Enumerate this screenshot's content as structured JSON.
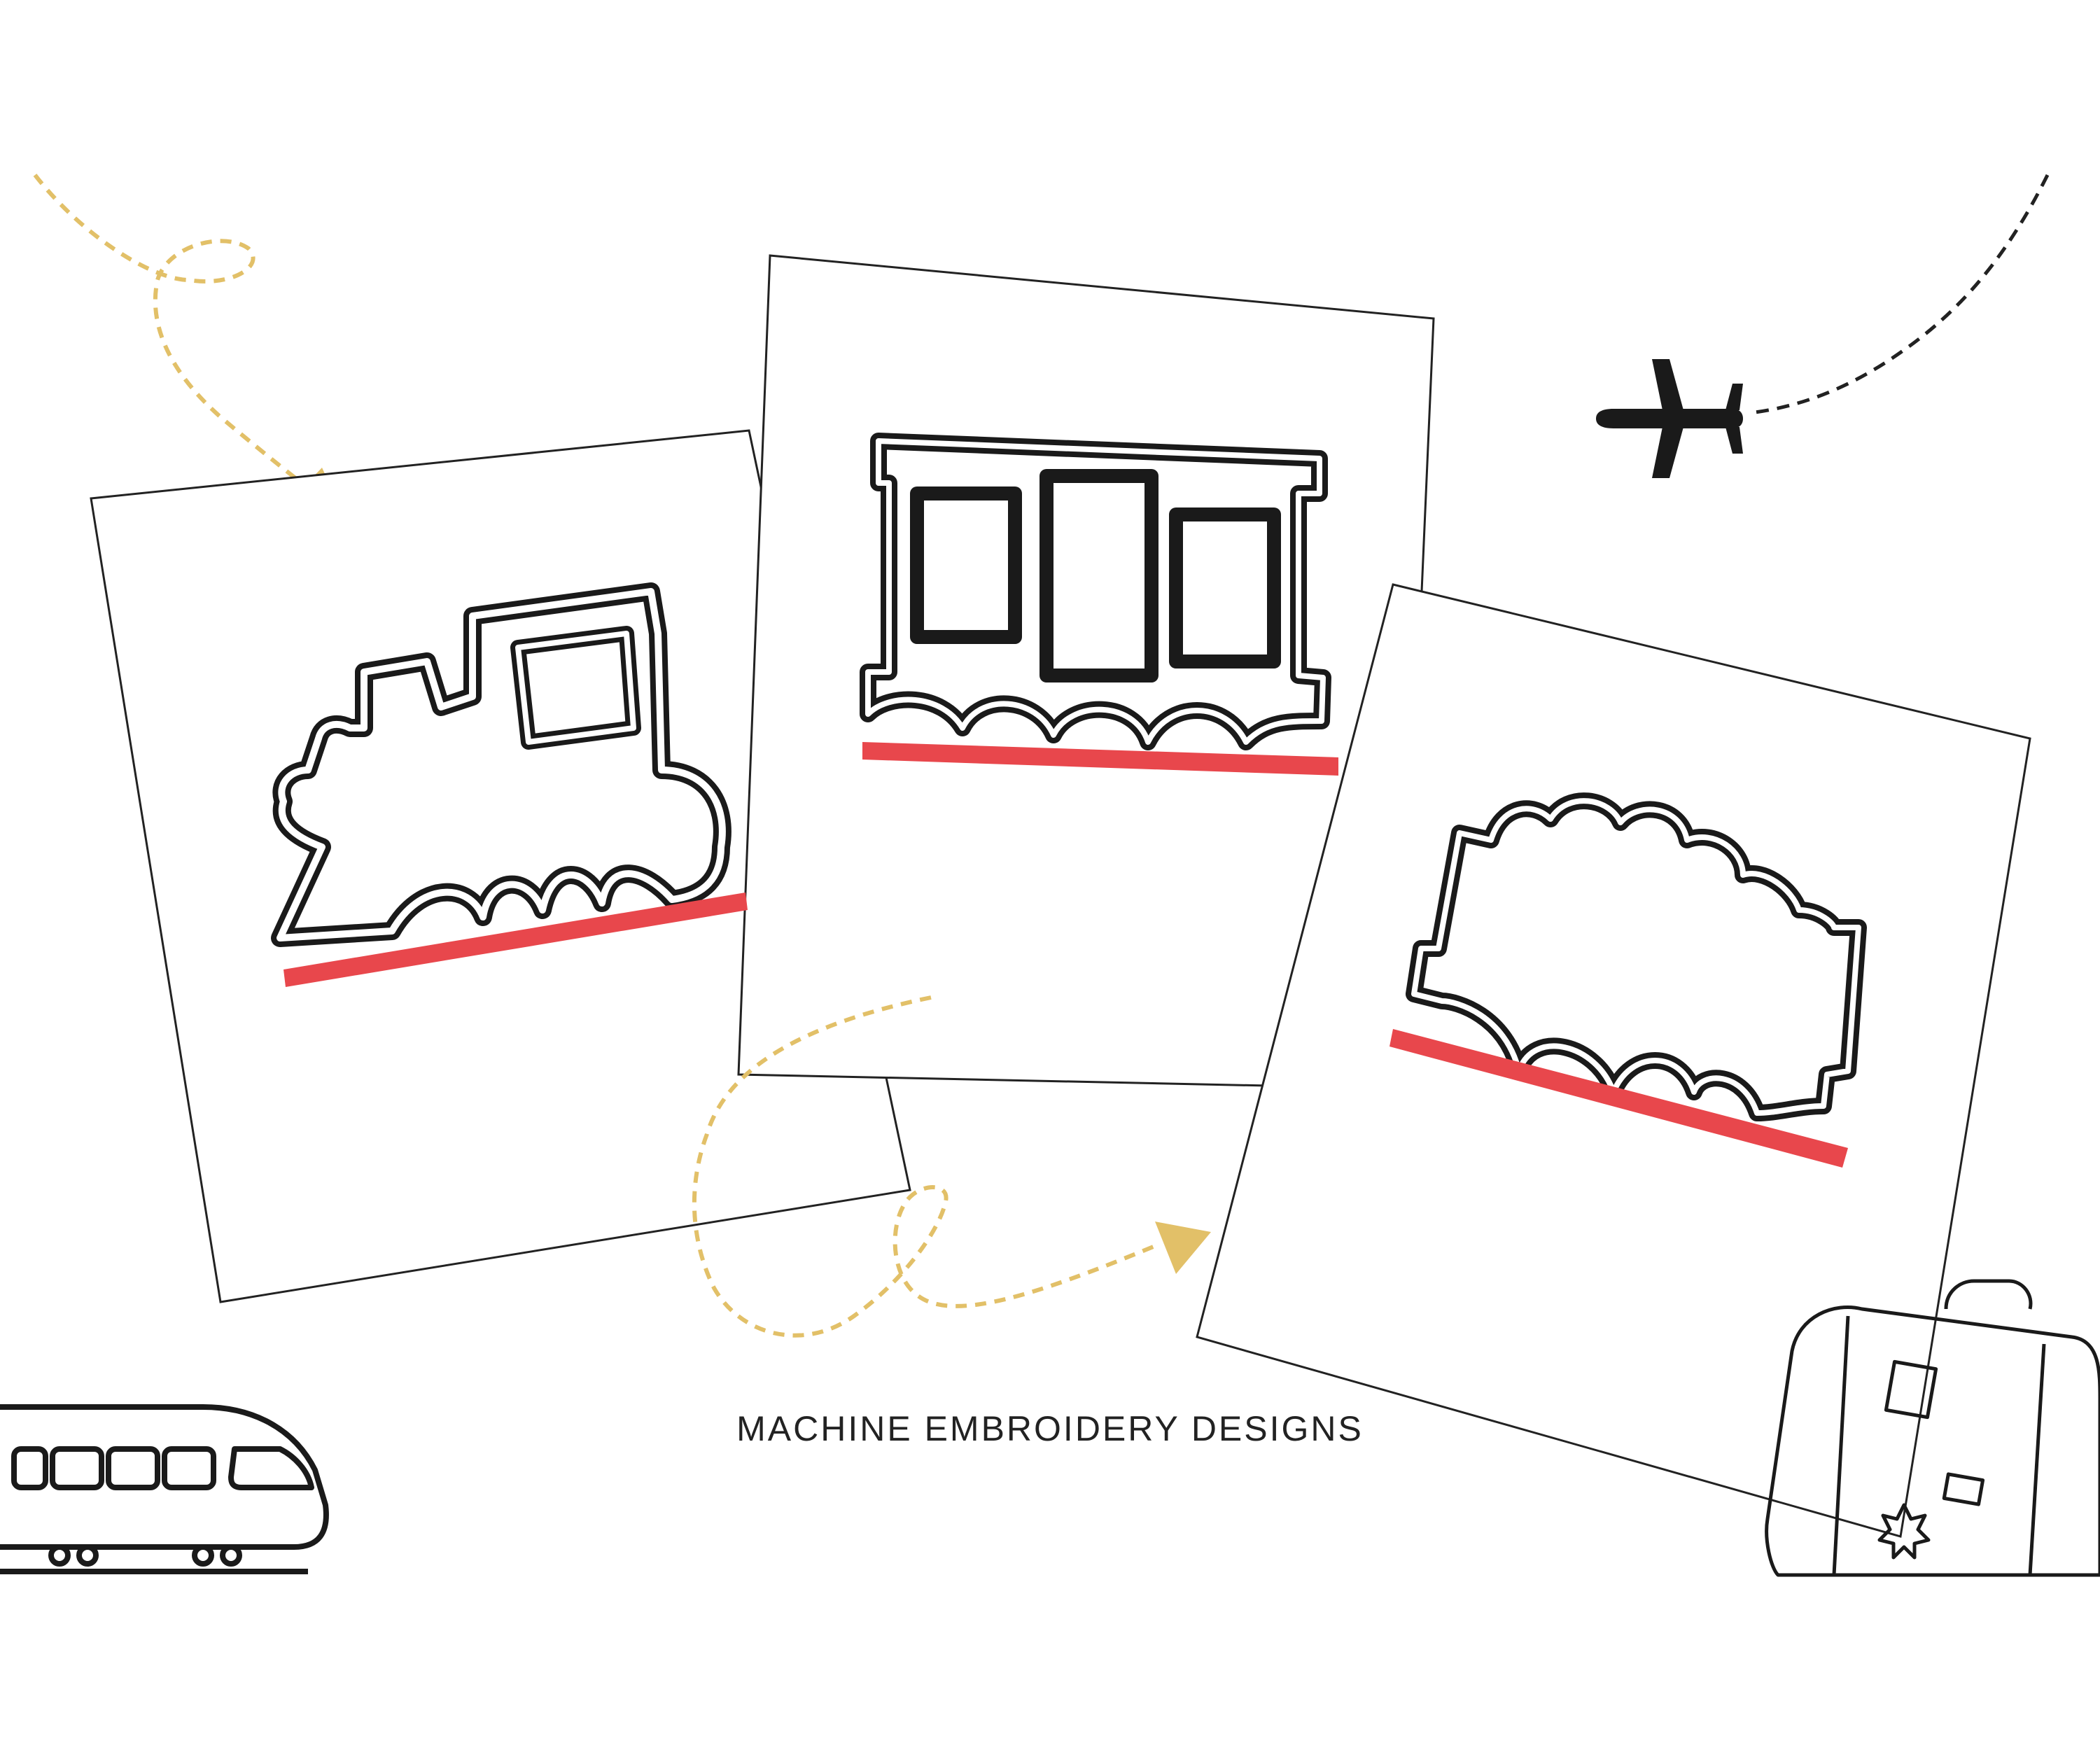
{
  "caption": "MACHINE EMBROIDERY DESIGNS",
  "colors": {
    "background": "#ffffff",
    "outline": "#1a1a1a",
    "rail": "#e8474c",
    "dashed_path": "#e2c068",
    "dashed_path_dark": "#222222",
    "icon": "#1a1a1a"
  },
  "cards": [
    {
      "design": "locomotive"
    },
    {
      "design": "passenger-car"
    },
    {
      "design": "coal-tender"
    }
  ],
  "icons": [
    "airplane-icon",
    "high-speed-train-icon",
    "suitcase-icon"
  ]
}
